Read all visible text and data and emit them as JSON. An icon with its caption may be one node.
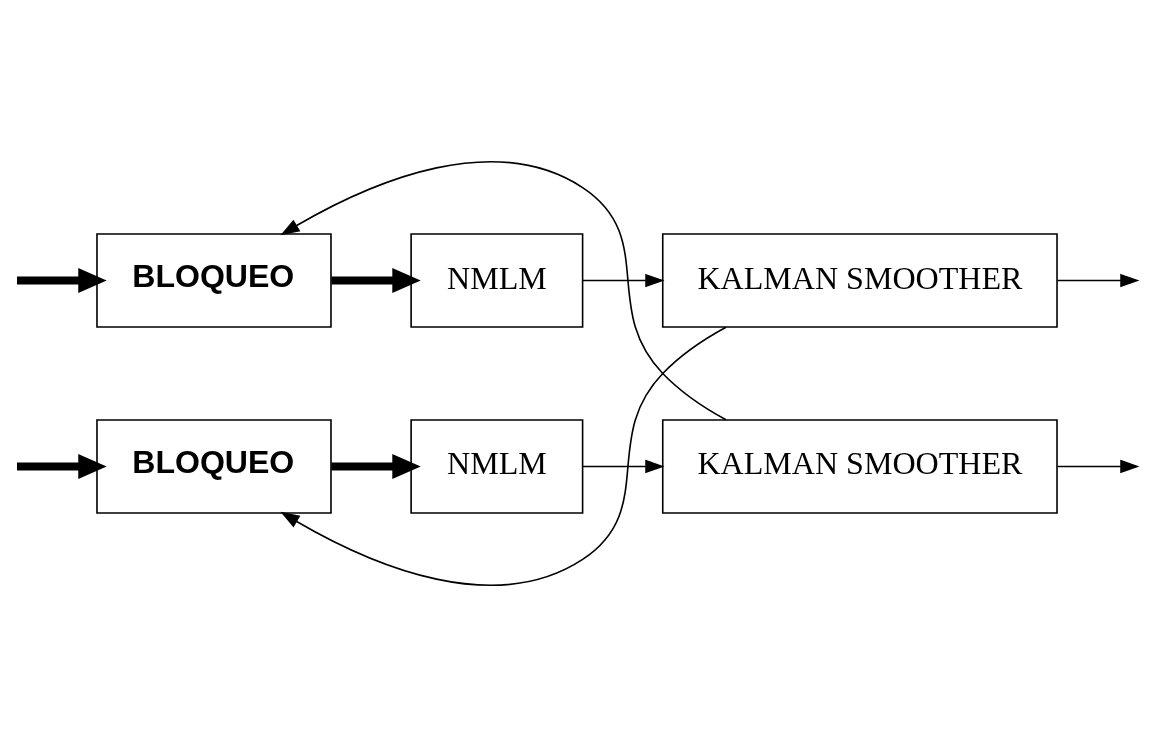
{
  "diagram": {
    "nodes": [
      {
        "text": [
          "BLOQUEO"
        ]
      },
      {
        "text": [
          "NMLM"
        ]
      },
      {
        "text": [
          "KALMAN SMOOTHER"
        ]
      },
      {
        "text": [
          "BLOQUEO"
        ]
      },
      {
        "text": [
          "NMLM"
        ]
      },
      {
        "text": [
          "KALMAN SMOOTHER"
        ]
      }
    ],
    "edges": [
      {
        "from": null,
        "to": 0,
        "arrow": "to",
        "style": "thick"
      },
      {
        "from": null,
        "to": 3,
        "arrow": "to",
        "style": "thick"
      },
      {
        "from": 0,
        "to": 1,
        "arrow": "to",
        "style": "thick"
      },
      {
        "from": 1,
        "to": 2,
        "arrow": "to"
      },
      {
        "from": 3,
        "to": 4,
        "arrow": "to",
        "style": "thick"
      },
      {
        "from": 4,
        "to": 5,
        "arrow": "to"
      },
      {
        "from": 2,
        "to": null,
        "arrow": "to"
      },
      {
        "from": 5,
        "to": null,
        "arrow": "to"
      },
      {
        "from": 2,
        "to": 3,
        "arrow": "to"
      },
      {
        "from": 5,
        "to": 0,
        "arrow": "to"
      }
    ]
  }
}
